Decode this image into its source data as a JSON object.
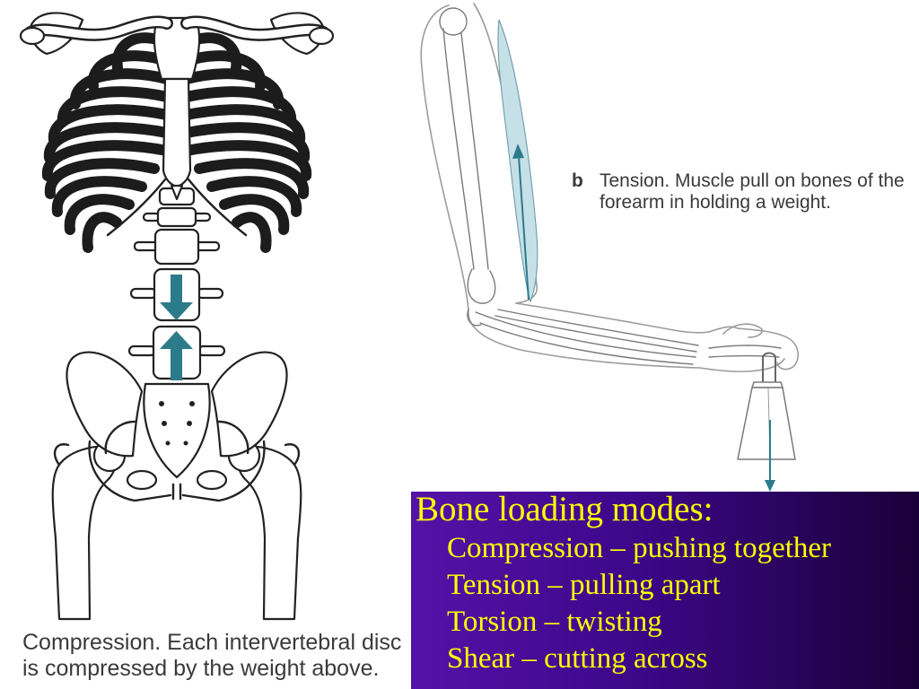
{
  "captions": {
    "compression": {
      "lines": [
        "Compression. Each intervertebral disc",
        "is compressed by the weight above."
      ]
    },
    "tension": {
      "label": "b",
      "lines": [
        "Tension. Muscle pull on bones of the",
        "forearm in holding a weight."
      ]
    }
  },
  "loading_modes": {
    "title": "Bone loading modes:",
    "items": [
      "Compression – pushing together",
      "Tension – pulling apart",
      "Torsion – twisting",
      "Shear – cutting across"
    ]
  },
  "colors": {
    "arrow": "#2c7b8b",
    "muscle": "#c6e0e8",
    "box_gradient_start": "#5512a8",
    "box_gradient_end": "#1a0038",
    "box_text": "#ffff00",
    "caption_text": "#3a3a3a"
  }
}
